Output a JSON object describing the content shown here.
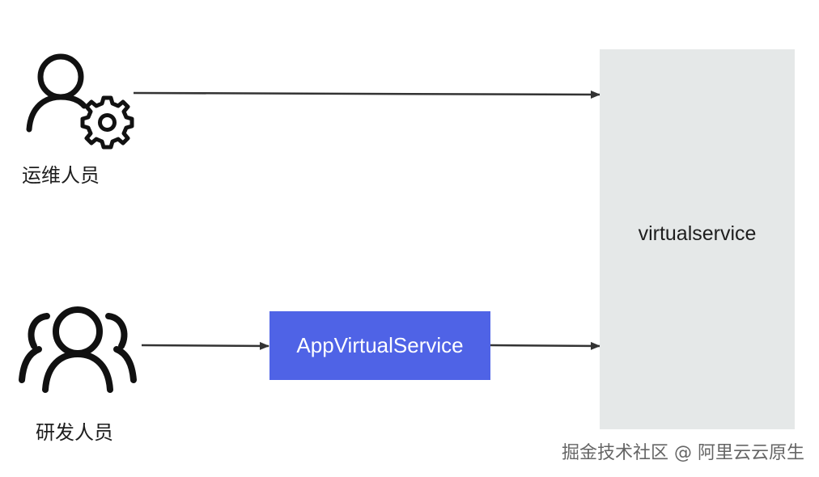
{
  "roles": {
    "ops": {
      "label": "运维人员",
      "icon": "user-gear-icon"
    },
    "dev": {
      "label": "研发人员",
      "icon": "user-group-icon"
    }
  },
  "nodes": {
    "app": {
      "label": "AppVirtualService",
      "color": "#4f63e6"
    },
    "vs": {
      "label": "virtualservice",
      "color": "#e5e8e8"
    }
  },
  "watermark": "掘金技术社区 @ 阿里云云原生"
}
